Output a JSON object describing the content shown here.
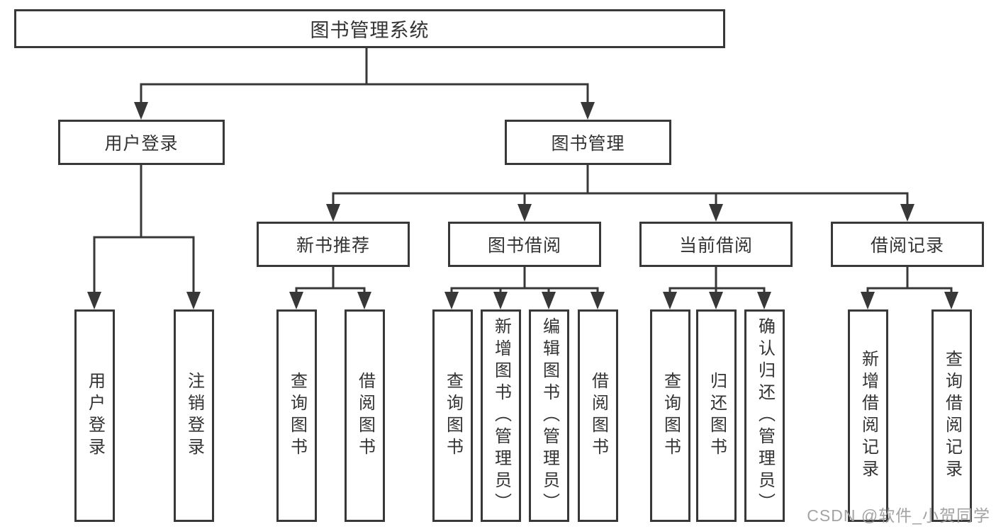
{
  "diagram": {
    "root": {
      "label": "图书管理系统"
    },
    "level2": [
      {
        "label": "用户登录"
      },
      {
        "label": "图书管理"
      }
    ],
    "level3": [
      {
        "label": "新书推荐"
      },
      {
        "label": "图书借阅"
      },
      {
        "label": "当前借阅"
      },
      {
        "label": "借阅记录"
      }
    ],
    "leaves": {
      "user_login": [
        {
          "label": "用户登录"
        },
        {
          "label": "注销登录"
        }
      ],
      "new_books": [
        {
          "label": "查询图书"
        },
        {
          "label": "借阅图书"
        }
      ],
      "book_borrow": [
        {
          "label": "查询图书"
        },
        {
          "label": "新增图书（管理员）"
        },
        {
          "label": "编辑图书（管理员）"
        },
        {
          "label": "借阅图书"
        }
      ],
      "current_borrow": [
        {
          "label": "查询图书"
        },
        {
          "label": "归还图书"
        },
        {
          "label": "确认归还（管理员）"
        }
      ],
      "borrow_records": [
        {
          "label": "新增借阅记录"
        },
        {
          "label": "查询借阅记录"
        }
      ]
    },
    "watermark": "CSDN @软件_小贺同学",
    "colors": {
      "line": "#383838",
      "text": "#333333",
      "box_background": "#ffffff",
      "page_background": "#ffffff",
      "watermark": "#9b9b9b"
    }
  }
}
